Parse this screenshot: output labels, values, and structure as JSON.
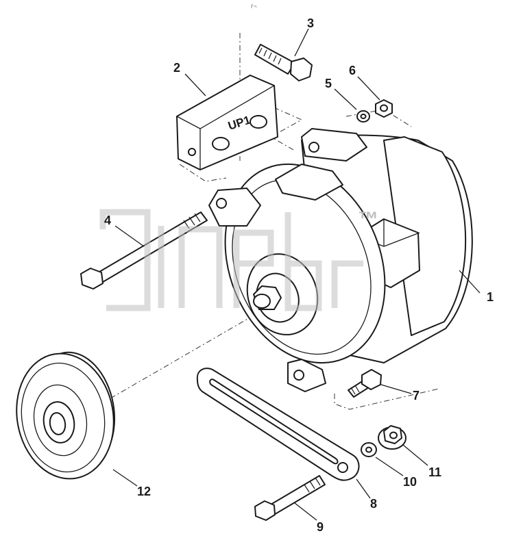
{
  "diagram": {
    "corner_mark": "ŕ¬",
    "part_embossing": "UP1",
    "watermark_mark": "™",
    "callouts": [
      {
        "id": "1",
        "label": "1"
      },
      {
        "id": "2",
        "label": "2"
      },
      {
        "id": "3",
        "label": "3"
      },
      {
        "id": "4",
        "label": "4"
      },
      {
        "id": "5",
        "label": "5"
      },
      {
        "id": "6",
        "label": "6"
      },
      {
        "id": "7",
        "label": "7"
      },
      {
        "id": "8",
        "label": "8"
      },
      {
        "id": "9",
        "label": "9"
      },
      {
        "id": "10",
        "label": "10"
      },
      {
        "id": "11",
        "label": "11"
      },
      {
        "id": "12",
        "label": "12"
      }
    ]
  }
}
